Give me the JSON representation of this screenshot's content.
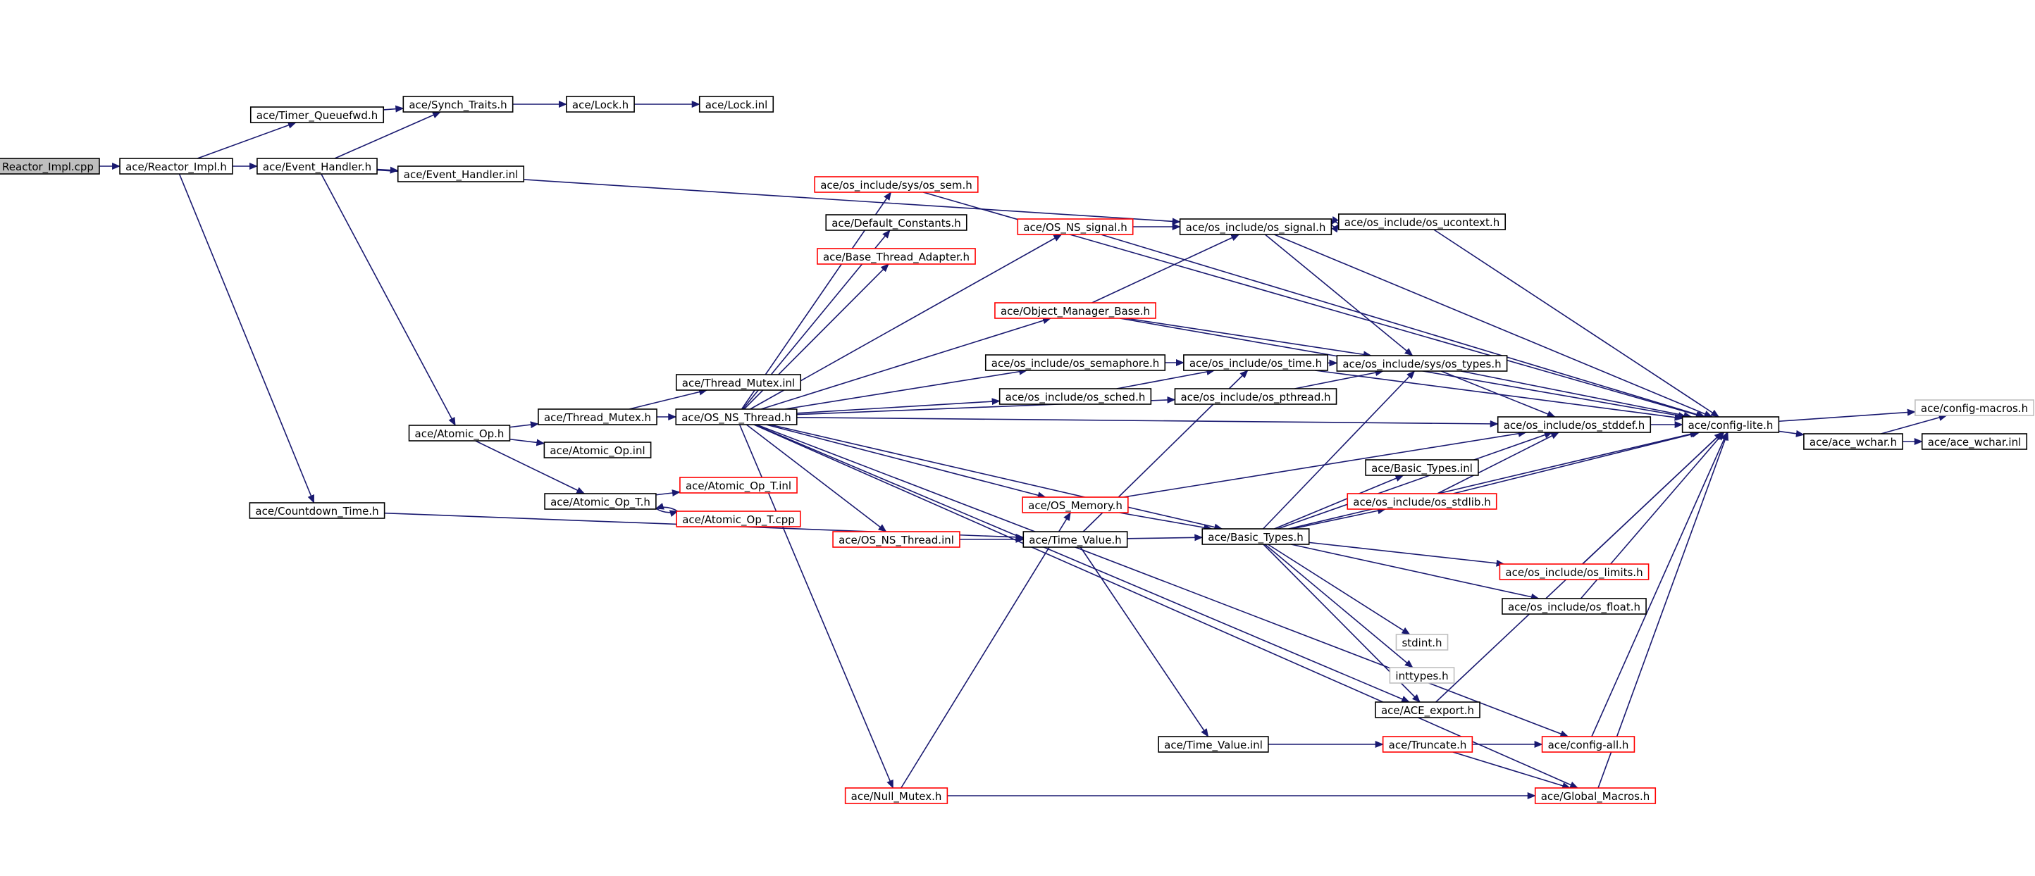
{
  "colors": {
    "edge": "#191970",
    "border_normal": "#000000",
    "border_truncated": "#ff0000",
    "border_external": "#bfbfbf",
    "root_fill": "#bfbfbf"
  },
  "nodes": [
    {
      "id": "root",
      "label": "Reactor_Impl.cpp",
      "kind": "root"
    },
    {
      "id": "reactor_impl_h",
      "label": "ace/Reactor_Impl.h",
      "kind": "normal"
    },
    {
      "id": "timer_queuefwd_h",
      "label": "ace/Timer_Queuefwd.h",
      "kind": "normal"
    },
    {
      "id": "synch_traits_h",
      "label": "ace/Synch_Traits.h",
      "kind": "normal"
    },
    {
      "id": "lock_h",
      "label": "ace/Lock.h",
      "kind": "normal"
    },
    {
      "id": "lock_inl",
      "label": "ace/Lock.inl",
      "kind": "normal"
    },
    {
      "id": "event_handler_h",
      "label": "ace/Event_Handler.h",
      "kind": "normal"
    },
    {
      "id": "event_handler_inl",
      "label": "ace/Event_Handler.inl",
      "kind": "normal"
    },
    {
      "id": "atomic_op_h",
      "label": "ace/Atomic_Op.h",
      "kind": "normal"
    },
    {
      "id": "thread_mutex_h",
      "label": "ace/Thread_Mutex.h",
      "kind": "normal"
    },
    {
      "id": "thread_mutex_inl",
      "label": "ace/Thread_Mutex.inl",
      "kind": "normal"
    },
    {
      "id": "os_ns_thread_h",
      "label": "ace/OS_NS_Thread.h",
      "kind": "normal"
    },
    {
      "id": "atomic_op_inl",
      "label": "ace/Atomic_Op.inl",
      "kind": "normal"
    },
    {
      "id": "atomic_op_t_h",
      "label": "ace/Atomic_Op_T.h",
      "kind": "normal"
    },
    {
      "id": "atomic_op_t_inl",
      "label": "ace/Atomic_Op_T.inl",
      "kind": "truncated"
    },
    {
      "id": "atomic_op_t_cpp",
      "label": "ace/Atomic_Op_T.cpp",
      "kind": "truncated"
    },
    {
      "id": "countdown_time_h",
      "label": "ace/Countdown_Time.h",
      "kind": "normal"
    },
    {
      "id": "os_sem_h",
      "label": "ace/os_include/sys/os_sem.h",
      "kind": "truncated"
    },
    {
      "id": "default_constants_h",
      "label": "ace/Default_Constants.h",
      "kind": "normal"
    },
    {
      "id": "base_thread_adapter_h",
      "label": "ace/Base_Thread_Adapter.h",
      "kind": "truncated"
    },
    {
      "id": "os_ns_signal_h",
      "label": "ace/OS_NS_signal.h",
      "kind": "truncated"
    },
    {
      "id": "object_manager_base_h",
      "label": "ace/Object_Manager_Base.h",
      "kind": "truncated"
    },
    {
      "id": "os_semaphore_h",
      "label": "ace/os_include/os_semaphore.h",
      "kind": "normal"
    },
    {
      "id": "os_sched_h",
      "label": "ace/os_include/os_sched.h",
      "kind": "normal"
    },
    {
      "id": "os_memory_h",
      "label": "ace/OS_Memory.h",
      "kind": "truncated"
    },
    {
      "id": "os_ns_thread_inl",
      "label": "ace/OS_NS_Thread.inl",
      "kind": "truncated"
    },
    {
      "id": "null_mutex_h",
      "label": "ace/Null_Mutex.h",
      "kind": "truncated"
    },
    {
      "id": "os_signal_h",
      "label": "ace/os_include/os_signal.h",
      "kind": "normal"
    },
    {
      "id": "os_ucontext_h",
      "label": "ace/os_include/os_ucontext.h",
      "kind": "normal"
    },
    {
      "id": "os_time_h",
      "label": "ace/os_include/os_time.h",
      "kind": "normal"
    },
    {
      "id": "os_pthread_h",
      "label": "ace/os_include/os_pthread.h",
      "kind": "normal"
    },
    {
      "id": "os_types_h",
      "label": "ace/os_include/sys/os_types.h",
      "kind": "normal"
    },
    {
      "id": "time_value_h",
      "label": "ace/Time_Value.h",
      "kind": "normal"
    },
    {
      "id": "time_value_inl",
      "label": "ace/Time_Value.inl",
      "kind": "normal"
    },
    {
      "id": "truncate_h",
      "label": "ace/Truncate.h",
      "kind": "truncated"
    },
    {
      "id": "basic_types_h",
      "label": "ace/Basic_Types.h",
      "kind": "normal"
    },
    {
      "id": "basic_types_inl",
      "label": "ace/Basic_Types.inl",
      "kind": "normal"
    },
    {
      "id": "os_stdlib_h",
      "label": "ace/os_include/os_stdlib.h",
      "kind": "truncated"
    },
    {
      "id": "os_stddef_h",
      "label": "ace/os_include/os_stddef.h",
      "kind": "normal"
    },
    {
      "id": "os_limits_h",
      "label": "ace/os_include/os_limits.h",
      "kind": "truncated"
    },
    {
      "id": "os_float_h",
      "label": "ace/os_include/os_float.h",
      "kind": "normal"
    },
    {
      "id": "stdint_h",
      "label": "stdint.h",
      "kind": "external"
    },
    {
      "id": "inttypes_h",
      "label": "inttypes.h",
      "kind": "external"
    },
    {
      "id": "ace_export_h",
      "label": "ace/ACE_export.h",
      "kind": "normal"
    },
    {
      "id": "config_all_h",
      "label": "ace/config-all.h",
      "kind": "truncated"
    },
    {
      "id": "global_macros_h",
      "label": "ace/Global_Macros.h",
      "kind": "truncated"
    },
    {
      "id": "config_lite_h",
      "label": "ace/config-lite.h",
      "kind": "normal"
    },
    {
      "id": "ace_wchar_h",
      "label": "ace/ace_wchar.h",
      "kind": "normal"
    },
    {
      "id": "config_macros_h",
      "label": "ace/config-macros.h",
      "kind": "external"
    },
    {
      "id": "ace_wchar_inl",
      "label": "ace/ace_wchar.inl",
      "kind": "normal"
    }
  ],
  "edges": [
    [
      "root",
      "reactor_impl_h"
    ],
    [
      "reactor_impl_h",
      "timer_queuefwd_h"
    ],
    [
      "reactor_impl_h",
      "event_handler_h"
    ],
    [
      "reactor_impl_h",
      "countdown_time_h"
    ],
    [
      "timer_queuefwd_h",
      "synch_traits_h"
    ],
    [
      "synch_traits_h",
      "lock_h"
    ],
    [
      "lock_h",
      "lock_inl"
    ],
    [
      "event_handler_h",
      "synch_traits_h"
    ],
    [
      "event_handler_h",
      "event_handler_inl"
    ],
    [
      "event_handler_h",
      "os_signal_h"
    ],
    [
      "event_handler_h",
      "atomic_op_h"
    ],
    [
      "atomic_op_h",
      "thread_mutex_h"
    ],
    [
      "atomic_op_h",
      "atomic_op_inl"
    ],
    [
      "atomic_op_h",
      "atomic_op_t_h"
    ],
    [
      "thread_mutex_h",
      "thread_mutex_inl"
    ],
    [
      "thread_mutex_h",
      "os_ns_thread_h"
    ],
    [
      "atomic_op_t_h",
      "atomic_op_t_inl"
    ],
    [
      "atomic_op_t_h",
      "atomic_op_t_cpp"
    ],
    [
      "atomic_op_t_cpp",
      "atomic_op_t_h"
    ],
    [
      "countdown_time_h",
      "time_value_h"
    ],
    [
      "os_ns_thread_h",
      "os_sem_h"
    ],
    [
      "os_ns_thread_h",
      "default_constants_h"
    ],
    [
      "os_ns_thread_h",
      "base_thread_adapter_h"
    ],
    [
      "os_ns_thread_h",
      "os_ns_signal_h"
    ],
    [
      "os_ns_thread_h",
      "object_manager_base_h"
    ],
    [
      "os_ns_thread_h",
      "os_semaphore_h"
    ],
    [
      "os_ns_thread_h",
      "os_sched_h"
    ],
    [
      "os_ns_thread_h",
      "os_pthread_h"
    ],
    [
      "os_ns_thread_h",
      "os_stddef_h"
    ],
    [
      "os_ns_thread_h",
      "basic_types_h"
    ],
    [
      "os_ns_thread_h",
      "os_memory_h"
    ],
    [
      "os_ns_thread_h",
      "os_ns_thread_inl"
    ],
    [
      "os_ns_thread_h",
      "null_mutex_h"
    ],
    [
      "os_ns_thread_h",
      "ace_export_h"
    ],
    [
      "os_ns_thread_h",
      "config_all_h"
    ],
    [
      "os_ns_thread_h",
      "global_macros_h"
    ],
    [
      "os_sem_h",
      "config_lite_h"
    ],
    [
      "os_ns_signal_h",
      "os_signal_h"
    ],
    [
      "os_ns_signal_h",
      "config_lite_h"
    ],
    [
      "object_manager_base_h",
      "os_signal_h"
    ],
    [
      "object_manager_base_h",
      "config_lite_h"
    ],
    [
      "object_manager_base_h",
      "os_types_h"
    ],
    [
      "os_semaphore_h",
      "os_time_h"
    ],
    [
      "os_sched_h",
      "os_time_h"
    ],
    [
      "os_pthread_h",
      "os_types_h"
    ],
    [
      "os_signal_h",
      "os_ucontext_h"
    ],
    [
      "os_signal_h",
      "os_types_h"
    ],
    [
      "os_signal_h",
      "config_lite_h"
    ],
    [
      "os_ucontext_h",
      "os_signal_h"
    ],
    [
      "os_ucontext_h",
      "config_lite_h"
    ],
    [
      "os_time_h",
      "os_types_h"
    ],
    [
      "os_time_h",
      "config_lite_h"
    ],
    [
      "os_types_h",
      "os_stddef_h"
    ],
    [
      "os_types_h",
      "config_lite_h"
    ],
    [
      "os_memory_h",
      "basic_types_h"
    ],
    [
      "os_memory_h",
      "os_stddef_h"
    ],
    [
      "os_ns_thread_inl",
      "time_value_h"
    ],
    [
      "null_mutex_h",
      "os_memory_h"
    ],
    [
      "null_mutex_h",
      "global_macros_h"
    ],
    [
      "time_value_h",
      "basic_types_h"
    ],
    [
      "time_value_h",
      "os_time_h"
    ],
    [
      "time_value_h",
      "time_value_inl"
    ],
    [
      "time_value_inl",
      "truncate_h"
    ],
    [
      "truncate_h",
      "config_all_h"
    ],
    [
      "truncate_h",
      "global_macros_h"
    ],
    [
      "basic_types_h",
      "os_types_h"
    ],
    [
      "basic_types_h",
      "os_stddef_h"
    ],
    [
      "basic_types_h",
      "basic_types_inl"
    ],
    [
      "basic_types_h",
      "os_stdlib_h"
    ],
    [
      "basic_types_h",
      "os_limits_h"
    ],
    [
      "basic_types_h",
      "os_float_h"
    ],
    [
      "basic_types_h",
      "stdint_h"
    ],
    [
      "basic_types_h",
      "inttypes_h"
    ],
    [
      "basic_types_h",
      "ace_export_h"
    ],
    [
      "basic_types_h",
      "config_lite_h"
    ],
    [
      "os_stdlib_h",
      "os_stddef_h"
    ],
    [
      "os_stdlib_h",
      "config_lite_h"
    ],
    [
      "os_stddef_h",
      "config_lite_h"
    ],
    [
      "os_limits_h",
      "config_lite_h"
    ],
    [
      "os_float_h",
      "config_lite_h"
    ],
    [
      "ace_export_h",
      "config_lite_h"
    ],
    [
      "config_all_h",
      "config_lite_h"
    ],
    [
      "global_macros_h",
      "config_lite_h"
    ],
    [
      "config_lite_h",
      "ace_wchar_h"
    ],
    [
      "config_lite_h",
      "config_macros_h"
    ],
    [
      "ace_wchar_h",
      "config_macros_h"
    ],
    [
      "ace_wchar_h",
      "ace_wchar_inl"
    ]
  ]
}
